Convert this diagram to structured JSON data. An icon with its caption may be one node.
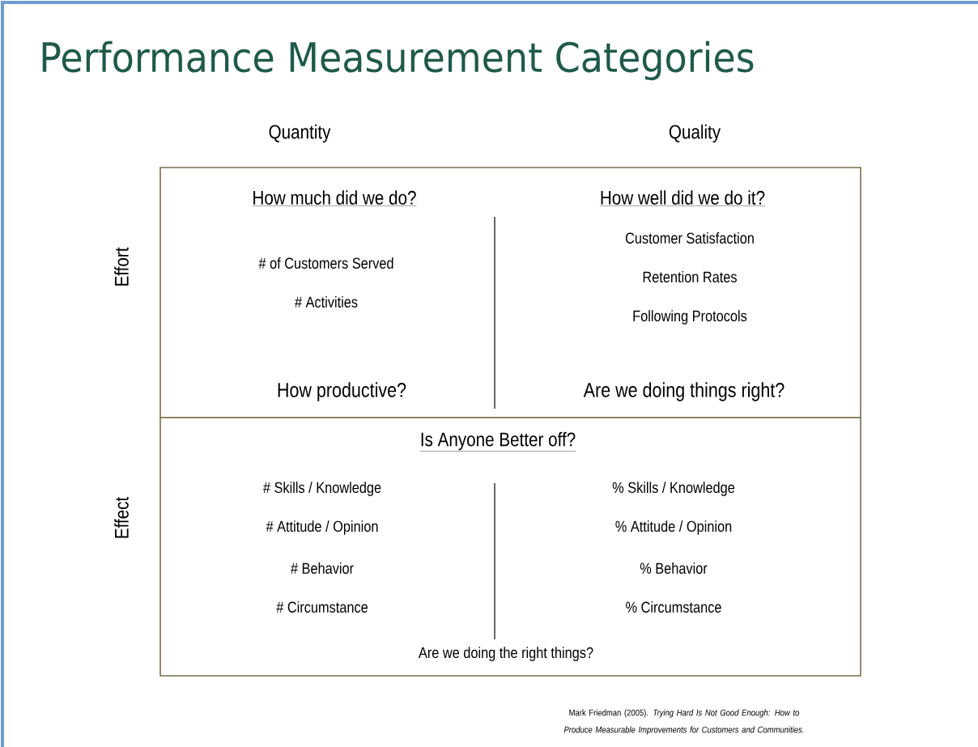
{
  "diagram": {
    "title": "Performance Measurement Categories",
    "nodes": [
      {
        "text": [
          "How much did we do?",
          "# of Customers Served",
          "# Activities",
          "How productive?",
          "How well did we do it?",
          "Customer Satisfaction",
          "Retention Rates",
          "Following Protocols",
          "Are we doing things right?"
        ]
      },
      {
        "text": [
          "Is Anyone Better off?",
          "# Skills / Knowledge",
          "# Attitude / Opinion",
          "# Behavior",
          "# Circumstance",
          "% Skills / Knowledge",
          "% Attitude / Opinion",
          "% Behavior",
          "% Circumstance",
          "Are we doing the right things?"
        ]
      }
    ],
    "edges": [],
    "labels": [
      "Quantity",
      "Quality",
      "Effort",
      "Effect"
    ],
    "caption": "Mark Friedman (2005). *Trying Hard Is Not Good Enough: How to Produce Measurable Improvements for Customers and Communities.*"
  }
}
